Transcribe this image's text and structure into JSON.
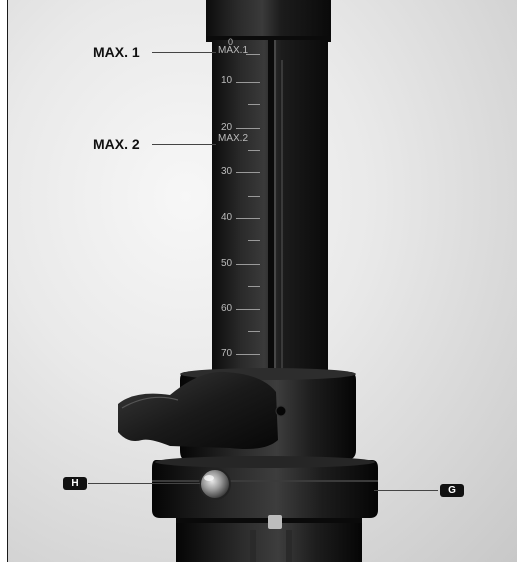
{
  "callouts": {
    "max1": "MAX. 1",
    "max2": "MAX. 2",
    "h": "H",
    "g": "G"
  },
  "tube_scale": {
    "max1_marker": "MAX.1",
    "max2_marker": "MAX.2",
    "top_zero": "0",
    "numbers": [
      "10",
      "20",
      "30",
      "40",
      "50",
      "60",
      "70"
    ]
  }
}
